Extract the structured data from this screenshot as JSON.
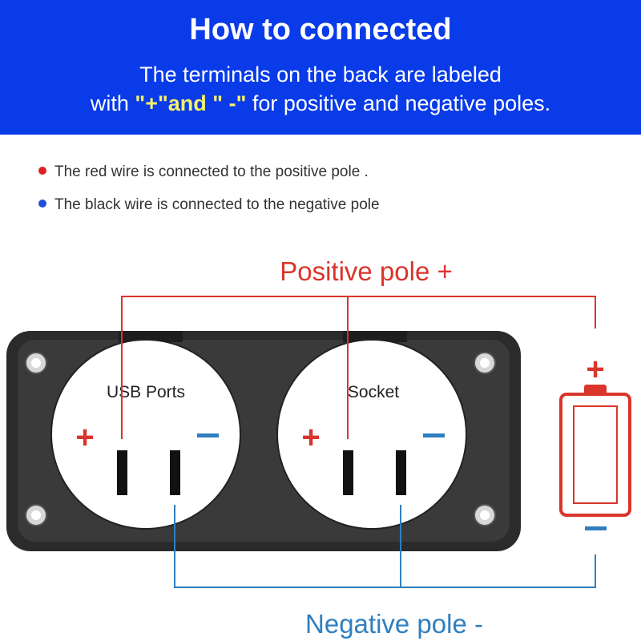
{
  "header": {
    "title": "How to connected",
    "line1": "The terminals on the back are labeled",
    "line2_before": "with ",
    "line2_highlight": "\"+\"and \" -\"",
    "line2_after": " for positive and negative poles."
  },
  "notes": [
    {
      "text": "The red wire is connected to the positive pole .",
      "color": "#e02020"
    },
    {
      "text": "The black wire is connected to the negative pole",
      "color": "#1f4fd8"
    }
  ],
  "diagram": {
    "positive_label": "Positive pole +",
    "negative_label": "Negative pole -",
    "port1_label": "USB Ports",
    "port2_label": "Socket",
    "plus_sign": "+",
    "minus_sign": "−"
  },
  "colors": {
    "header_bg": "#0a3be8",
    "highlight": "#f5f06a",
    "positive": "#d9352b",
    "negative": "#2f7fc0",
    "panel": "#2b2b2b"
  }
}
